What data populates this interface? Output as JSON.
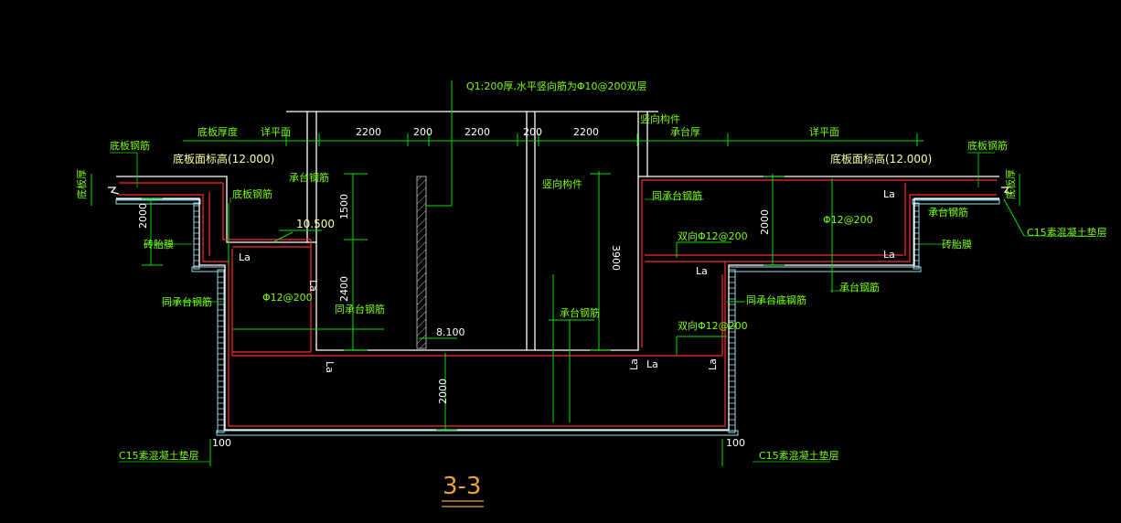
{
  "title": "3-3",
  "texts": {
    "q1_note": "Q1:200厚,水平竖向筋为Φ10@200双层",
    "slab_thk_left": "底板厚度",
    "slab_thk_left2": "底板厚",
    "slab_thk_right2": "底板厚",
    "see_plan_left": "详平面",
    "see_plan_right": "详平面",
    "dim_2200_a": "2200",
    "dim_200_a": "200",
    "dim_2200_b": "2200",
    "dim_200_b": "200",
    "dim_2200_c": "2200",
    "vert_member_top": "竖向构件",
    "cap_thk": "承台厚",
    "slab_rebar_l": "底板钢筋",
    "slab_rebar_r": "底板钢筋",
    "slab_elev_l": "底板面标高(12.000)",
    "slab_elev_r": "底板面标高(12.000)",
    "slab_rebar_l2": "底板钢筋",
    "cap_rebar_top": "承台钢筋",
    "elev_10500": "10.500",
    "dim_2000_l": "2000",
    "brick_l": "砖胎膜",
    "same_cap_l": "同承台钢筋",
    "phi12_l": "Φ12@200",
    "same_cap_mid": "同承台钢筋",
    "dim_1500": "1500",
    "dim_2400": "2400",
    "vert_member_mid": "竖向构件",
    "elev_8100": "8.100",
    "cap_rebar_mid": "承台钢筋",
    "dim_3900": "3900",
    "dim_2000_b": "2000",
    "same_cap_r": "同承台钢筋",
    "two_way_r1": "双向Φ12@200",
    "phi12_r": "Φ12@200",
    "dim_2000_r": "2000",
    "cap_rebar_r": "承台钢筋",
    "cap_rebar_r2": "承台钢筋",
    "brick_r": "砖胎膜",
    "same_cap_bottom_r": "同承台底钢筋",
    "two_way_r2": "双向Φ12@200",
    "c15_l": "C15素混凝土垫层",
    "c15_r": "C15素混凝土垫层",
    "c15_r2": "C15素混凝土垫层",
    "la1": "La",
    "la2": "La",
    "la3": "La",
    "la4": "La",
    "la5": "La",
    "la6": "La",
    "la7": "La",
    "la8": "La",
    "la9": "La",
    "dim_100_l": "100",
    "dim_100_r": "100"
  },
  "colors": {
    "background": "#000000",
    "concrete": "#FFFFFF",
    "rebar": "#FF2A2A",
    "dimension": "#00E000",
    "label": "#7CFC00",
    "cushion": "#9ADCE8",
    "elevation": "#FFFFA0",
    "title": "#E8A33A"
  }
}
